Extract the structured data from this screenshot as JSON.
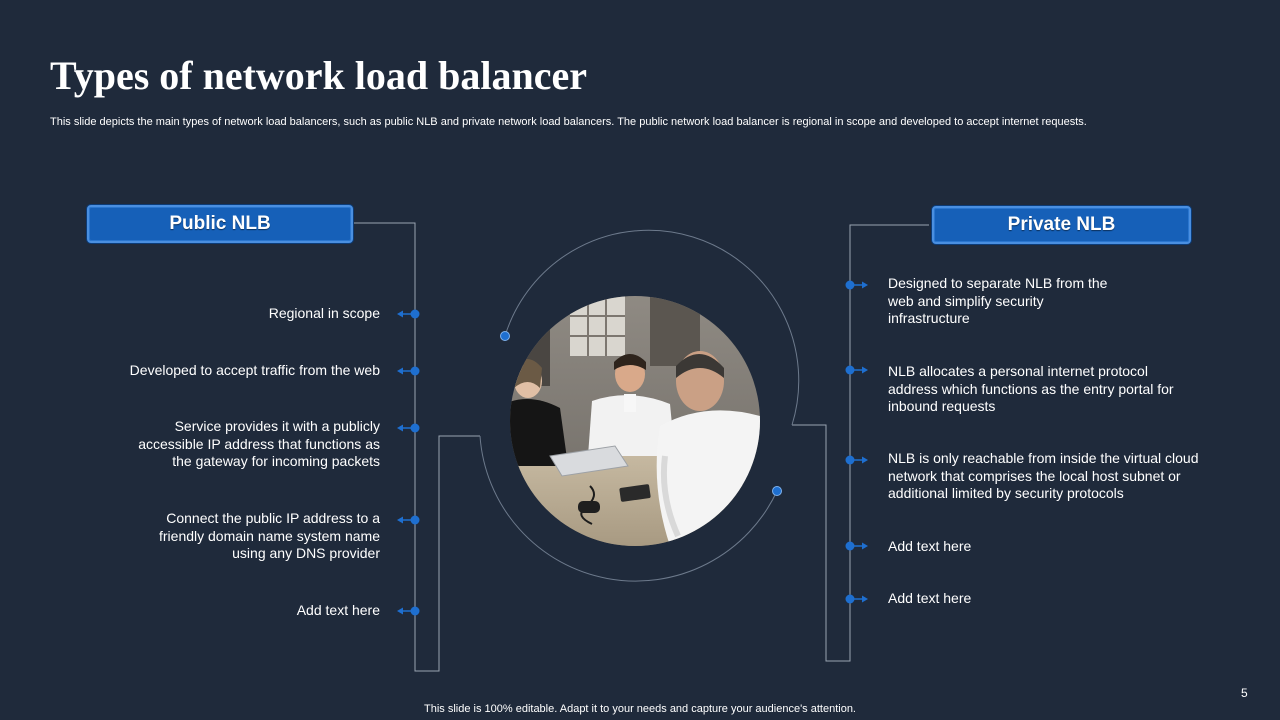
{
  "title": "Types of network load balancer",
  "subtitle": "This slide depicts the main types of network load balancers, such as public NLB and private network load balancers. The public network load balancer is regional in scope and developed to accept internet requests.",
  "public_nlb": {
    "label": "Public NLB",
    "items": [
      "Regional in scope",
      "Developed to accept traffic from the web",
      "Service provides it with a publicly accessible IP address that functions as the gateway for incoming packets",
      "Connect the public IP address to a friendly domain name system name using any DNS provider",
      "Add text here"
    ]
  },
  "private_nlb": {
    "label": "Private NLB",
    "items": [
      "Designed to separate NLB from the web and simplify security infrastructure",
      "NLB allocates a personal internet protocol address which functions as the entry portal for inbound requests",
      "NLB is only reachable from inside the virtual cloud network that comprises the local host subnet or additional limited by security protocols",
      "Add text here",
      "Add text here"
    ]
  },
  "footer": "This slide is 100% editable. Adapt it to your needs and capture your audience's attention.",
  "page_number": "5",
  "colors": {
    "background": "#1f2a3b",
    "accent": "#1660b8",
    "connector": "#9aa4b2",
    "dot": "#1e6fd0"
  },
  "icons": [
    "arrow-left-icon",
    "arrow-right-icon",
    "dot-icon"
  ]
}
